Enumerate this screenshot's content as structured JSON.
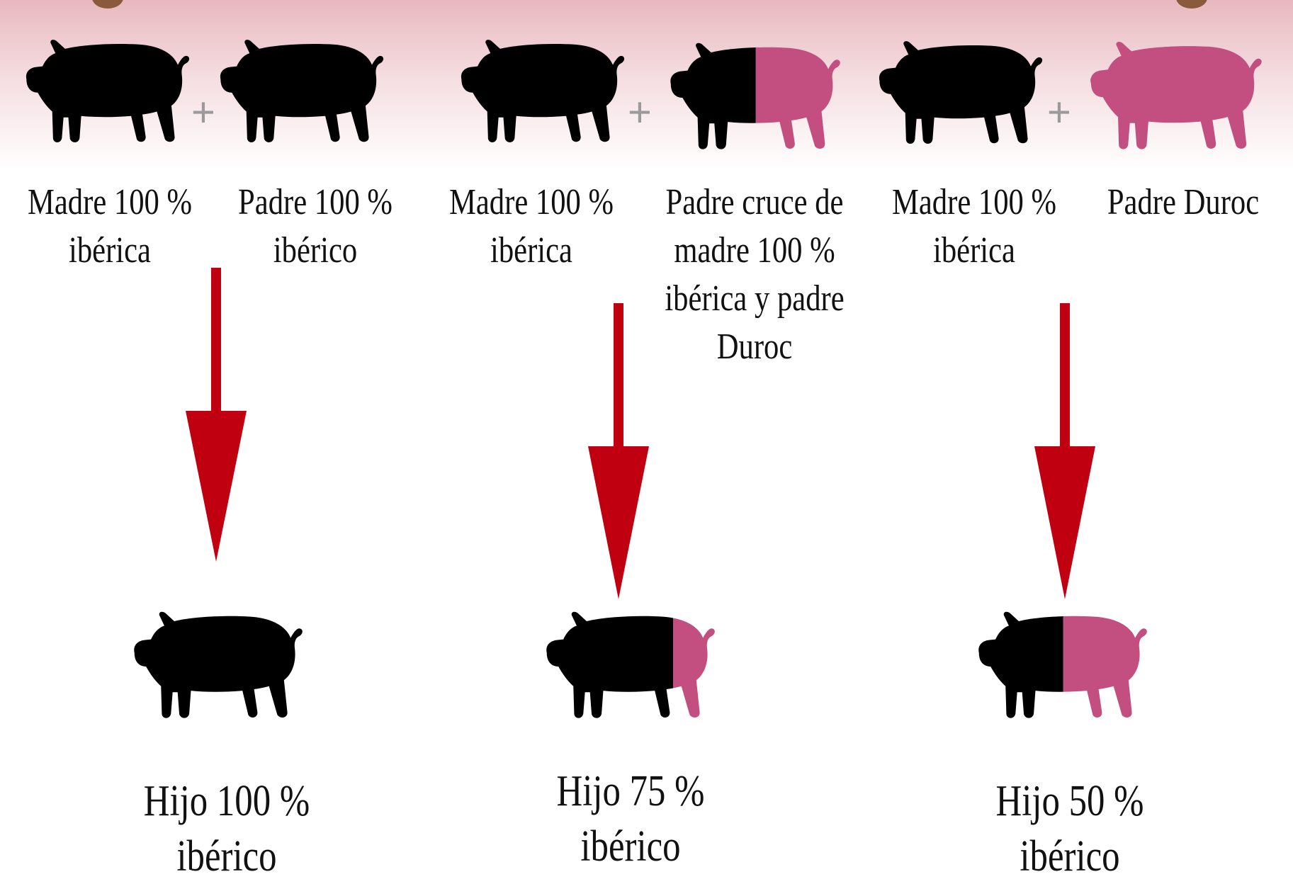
{
  "colors": {
    "iberian": "#000000",
    "duroc": "#c24f80",
    "arrow": "#c00010",
    "plus": "#9a9a9a"
  },
  "crosses": [
    {
      "mother_label": "Madre 100 %\nibérica",
      "father_label": "Padre 100 %\nibérico",
      "child_label": "Hijo 100 %\nibérico",
      "mother_iberian_fraction": 1.0,
      "father_iberian_fraction": 1.0,
      "child_iberian_fraction": 1.0
    },
    {
      "mother_label": "Madre 100 %\nibérica",
      "father_label": "Padre cruce de\nmadre 100 %\nibérica y padre\nDuroc",
      "child_label": "Hijo 75 %\nibérico",
      "mother_iberian_fraction": 1.0,
      "father_iberian_fraction": 0.5,
      "child_iberian_fraction": 0.75
    },
    {
      "mother_label": "Madre 100 %\nibérica",
      "father_label": "Padre Duroc",
      "child_label": "Hijo 50 %\nibérico",
      "mother_iberian_fraction": 1.0,
      "father_iberian_fraction": 0.0,
      "child_iberian_fraction": 0.5
    }
  ],
  "plus_sign": "+"
}
